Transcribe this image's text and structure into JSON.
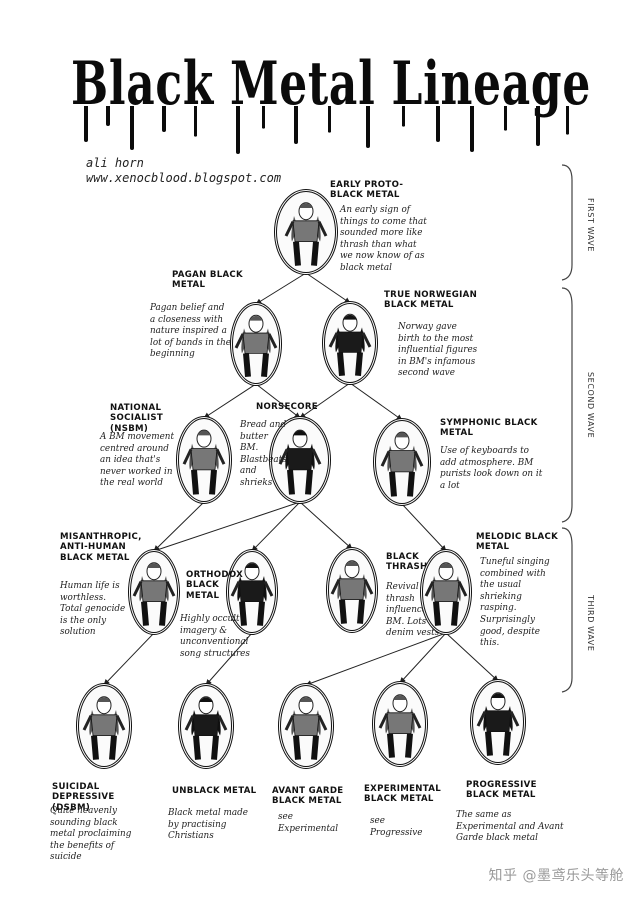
{
  "title": "Black Metal Lineage",
  "credit": {
    "author": "ali horn",
    "url": "www.xenocblood.blogspot.com"
  },
  "waves": {
    "first": "FIRST WAVE",
    "second": "SECOND WAVE",
    "third": "THIRD WAVE"
  },
  "nodes": {
    "early_proto": {
      "label": "EARLY PROTO-BLACK METAL",
      "desc": "An early sign of things to come that sounded more like thrash than what we now know of as black metal"
    },
    "pagan": {
      "label": "PAGAN BLACK METAL",
      "desc": "Pagan belief and a closeness with nature inspired a lot of bands in the beginning"
    },
    "true_norwegian": {
      "label": "TRUE NORWEGIAN BLACK METAL",
      "desc": "Norway gave birth to the most influential figures in BM's infamous second wave"
    },
    "nsbm": {
      "label": "NATIONAL SOCIALIST (NSBM)",
      "desc": "A BM movement centred around an idea that's never worked in the real world"
    },
    "norsecore": {
      "label": "NORSECORE",
      "desc": "Bread and butter BM. Blastbeats and shrieks"
    },
    "symphonic": {
      "label": "SYMPHONIC BLACK METAL",
      "desc": "Use of keyboards to add atmosphere. BM purists look down on it a lot"
    },
    "misanthropic": {
      "label": "MISANTHROPIC, ANTI-HUMAN BLACK METAL",
      "desc": "Human life is worthless. Total genocide is the only solution"
    },
    "orthodox": {
      "label": "ORTHODOX BLACK METAL",
      "desc": "Highly occult imagery & unconventional song structures"
    },
    "black_thrash": {
      "label": "BLACK THRASH",
      "desc": "Revival of thrash influenced BM. Lots of denim vests"
    },
    "melodic": {
      "label": "MELODIC BLACK METAL",
      "desc": "Tuneful singing combined with the usual shrieking rasping. Surprisingly good, despite this."
    },
    "suicidal": {
      "label": "SUICIDAL DEPRESSIVE (DSBM)",
      "desc": "Quite heavenly sounding black metal proclaiming the benefits of suicide"
    },
    "unblack": {
      "label": "UNBLACK METAL",
      "desc": "Black metal made by practising Christians"
    },
    "avant_garde": {
      "label": "AVANT GARDE BLACK METAL",
      "desc": "see Experimental"
    },
    "experimental": {
      "label": "EXPERIMENTAL BLACK METAL",
      "desc": "see Progressive"
    },
    "progressive": {
      "label": "PROGRESSIVE BLACK METAL",
      "desc": "The same as Experimental and Avant Garde black metal"
    }
  },
  "edges": [
    [
      "early_proto",
      "pagan"
    ],
    [
      "early_proto",
      "true_norwegian"
    ],
    [
      "pagan",
      "nsbm"
    ],
    [
      "pagan",
      "norsecore"
    ],
    [
      "true_norwegian",
      "norsecore"
    ],
    [
      "true_norwegian",
      "symphonic"
    ],
    [
      "nsbm",
      "misanthropic"
    ],
    [
      "norsecore",
      "misanthropic"
    ],
    [
      "norsecore",
      "orthodox"
    ],
    [
      "norsecore",
      "black_thrash"
    ],
    [
      "symphonic",
      "melodic"
    ],
    [
      "misanthropic",
      "suicidal"
    ],
    [
      "orthodox",
      "unblack"
    ],
    [
      "melodic",
      "avant_garde"
    ],
    [
      "melodic",
      "experimental"
    ],
    [
      "melodic",
      "progressive"
    ]
  ],
  "watermark": "知乎 @墨鸢乐头等舱"
}
